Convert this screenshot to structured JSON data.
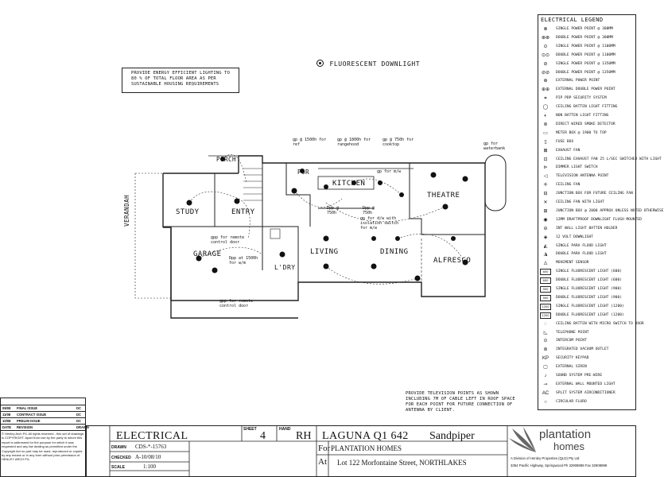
{
  "heading": "FLUORESCENT DOWNLIGHT",
  "energy_note": "PROVIDE ENERGY EFFICIENT LIGHTING TO 80 % OF TOTAL FLOOR AREA AS PER SUSTAINABLE HOUSING REQUIREMENTS",
  "tv_note": "PROVIDE TELEVISION POINTS AS SHOWN INCLUDING 7M OF CABLE LEFT IN ROOF SPACE FOR EACH POINT FOR FUTURE CONNECTION OF ANTENNA BY CLIENT.",
  "rooms": {
    "porch": "PORCH",
    "study": "STUDY",
    "entry": "ENTRY",
    "garage": "GARAGE",
    "verandah": "VERANDAH",
    "por": "POR",
    "kitchen": "KITCHEN",
    "theatre": "THEATRE",
    "living": "LIVING",
    "dining": "DINING",
    "ldry": "L'DRY",
    "alfresco": "ALFRESCO"
  },
  "plan_notes": {
    "gpo_ref": "gp @ 1500h for ref",
    "gpo_rangehood": "gp @ 1800h for rangehood",
    "gpo_cooktop": "gp @ 750h for cooktop",
    "gpo_waterbank": "gp for waterbank",
    "gpo_mw": "gp for m/w",
    "dpp_750_a": "Dpp @ 750h",
    "dpp_750_b": "Dpp @ 750h",
    "gpo_dw": "gp for d/w with isolation switch for m/w",
    "gpo_remote": "gpp for remote control door",
    "dpp_1500_wm": "Dpp at 1500h for w/m",
    "gpo_remote_2": "gpp for remote control door"
  },
  "legend": {
    "title": "ELECTRICAL LEGEND",
    "items": [
      {
        "sym": "⊗",
        "label": "SINGLE POWER POINT @ 300MM"
      },
      {
        "sym": "⊗⊗",
        "label": "DOUBLE POWER POINT @ 300MM"
      },
      {
        "sym": "⊙",
        "label": "SINGLE POWER POINT @ 1100MM"
      },
      {
        "sym": "⊙⊙",
        "label": "DOUBLE POWER POINT @ 1100MM"
      },
      {
        "sym": "⊘",
        "label": "SINGLE POWER POINT @ 1350MM"
      },
      {
        "sym": "⊘⊘",
        "label": "DOUBLE POWER POINT @ 1350MM"
      },
      {
        "sym": "⊕",
        "label": "EXTERNAL POWER POINT"
      },
      {
        "sym": "⊕⊕",
        "label": "EXTERNAL DOUBLE POWER POINT"
      },
      {
        "sym": "⌗",
        "label": "PIP PDP SECURITY SYSTEM"
      },
      {
        "sym": "◯",
        "label": "CEILING BATTEN LIGHT FITTING"
      },
      {
        "sym": "◐",
        "label": "NON BATTEN LIGHT FITTING"
      },
      {
        "sym": "⊚",
        "label": "DIRECT WIRED SMOKE DETECTOR"
      },
      {
        "sym": "▭",
        "label": "METER BOX @ 1900 TO TOP"
      },
      {
        "sym": "▯",
        "label": "FUSE BOX"
      },
      {
        "sym": "⊠",
        "label": "EXHAUST FAN"
      },
      {
        "sym": "⊡",
        "label": "CEILING EXHAUST FAN 25 L/SEC SWITCHED WITH LIGHT"
      },
      {
        "sym": "⊳",
        "label": "DIMMER LIGHT SWITCH"
      },
      {
        "sym": "◁",
        "label": "TELEVISION ANTENNA POINT"
      },
      {
        "sym": "✛",
        "label": "CEILING FAN"
      },
      {
        "sym": "⊟",
        "label": "JUNCTION BOX FOR FUTURE CEILING FAN"
      },
      {
        "sym": "✕",
        "label": "CEILING FAN WITH LIGHT"
      },
      {
        "sym": "⊞",
        "label": "JUNCTION BOX @ 2000 APPROX UNLESS NOTED OTHERWISE"
      },
      {
        "sym": "◉",
        "label": "12MM DRAFTPROOF DOWNLIGHT FLUSH MOUNTED"
      },
      {
        "sym": "⊖",
        "label": "INT WALL LIGHT BATTEN HOLDER"
      },
      {
        "sym": "◈",
        "label": "12 VOLT DOWNLIGHT"
      },
      {
        "sym": "◭",
        "label": "SINGLE PARA FLOOD LIGHT"
      },
      {
        "sym": "◮",
        "label": "DOUBLE PARA FLOOD LIGHT"
      },
      {
        "sym": "◬",
        "label": "MOVEMENT SENSOR"
      },
      {
        "sym": "600",
        "label": "SINGLE FLUORESCENT LIGHT (600)"
      },
      {
        "sym": "600",
        "label": "DOUBLE FLUORESCENT LIGHT (600)"
      },
      {
        "sym": "900",
        "label": "SINGLE FLUORESCENT LIGHT (900)"
      },
      {
        "sym": "900",
        "label": "DOUBLE FLUORESCENT LIGHT (900)"
      },
      {
        "sym": "1200",
        "label": "SINGLE FLUORESCENT LIGHT (1200)"
      },
      {
        "sym": "1200",
        "label": "DOUBLE FLUORESCENT LIGHT (1200)"
      },
      {
        "sym": "◌",
        "label": "CEILING BATTEN WITH MICRO SWITCH TO DOOR"
      },
      {
        "sym": "◺",
        "label": "TELEPHONE POINT"
      },
      {
        "sym": "⊙",
        "label": "INTERCOM POINT"
      },
      {
        "sym": "⊛",
        "label": "INTEGRATED VACUUM OUTLET"
      },
      {
        "sym": "KP",
        "label": "SECURITY KEYPAD"
      },
      {
        "sym": "▢",
        "label": "EXTERNAL SIREN"
      },
      {
        "sym": "♪",
        "label": "SOUND SYSTEM PRE-WIRE"
      },
      {
        "sym": "⊸",
        "label": "EXTERNAL WALL MOUNTED LIGHT"
      },
      {
        "sym": "AC",
        "label": "SPLIT SYSTEM AIRCONDITIONER"
      },
      {
        "sym": "○",
        "label": "CIRCULAR FLURO"
      }
    ]
  },
  "revisions": {
    "rows": [
      {
        "date": "08/08",
        "desc": "FINAL ISSUE",
        "by": "DC"
      },
      {
        "date": "11/08",
        "desc": "CONTRACT ISSUE",
        "by": "DC"
      },
      {
        "date": "10/08",
        "desc": "PRELIM ISSUE",
        "by": "DC"
      }
    ],
    "headers": {
      "date": "DATE",
      "desc": "REVISION",
      "by": "DRAWN"
    }
  },
  "copyright": "© Henley Arch P/L  All rights reserved - this set of drawings is COPYRIGHT. Apart from use by the party to whom this report is addressed for the purpose for which it was requested and any fair dealing as permitted under the Copyright Act no part may be used, reproduced or copied by any means or in any form without prior permission of HENLEY ARCH P/L.",
  "title_block": {
    "sheet_title": "ELECTRICAL",
    "sheet_label": "SHEET",
    "sheet_no": "4",
    "hand_label": "HAND",
    "hand": "RH",
    "drawn_label": "DRAWN",
    "drawn": "CDS-*-15763",
    "checked_label": "CHECKED",
    "checked": "A-10/08/10",
    "scale_label": "SCALE",
    "scale": "1:100",
    "design": "LAGUNA Q1 642",
    "facade": "Sandpiper",
    "for_label": "For",
    "for_value": "PLANTATION HOMES",
    "at_label": "At",
    "at_value": "Lot 122 Morfontaine Street, NORTHLAKES"
  },
  "logo": {
    "line1": "plantation",
    "line2": "homes",
    "company": "A Division of Henley Properties (QLD) Pty Ltd",
    "address": "3354 Pacific Highway, Springwood Ph 32908888 Fax 32908899"
  }
}
